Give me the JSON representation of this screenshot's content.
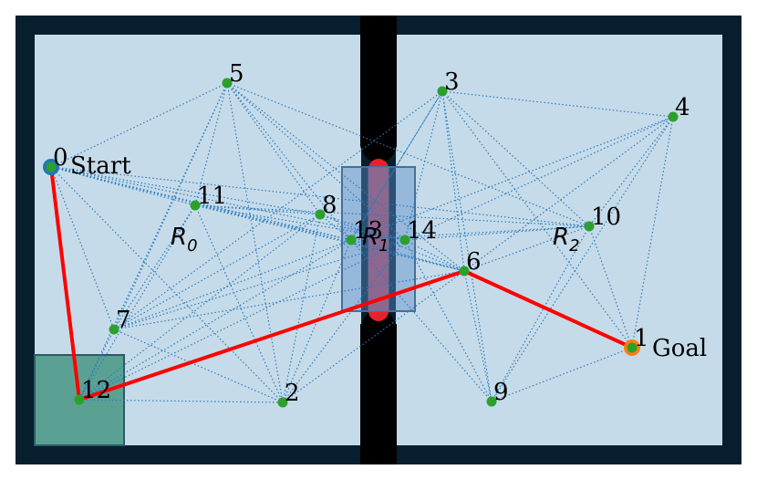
{
  "colors": {
    "frame": "#071e2e",
    "free_space": "#c6dbe9",
    "wall": "#000000",
    "door_open": "#e8222a",
    "region_overlay": "#5b8fc7",
    "start_box": "#5aa193",
    "edge": "#2b7bbf",
    "node": "#2ca02c",
    "path": "#ff0000",
    "start_marker": "#1f77b4",
    "goal_marker": "#ff7f0e"
  },
  "labels": {
    "start": "Start",
    "goal": "Goal"
  },
  "regions": [
    {
      "id": "r0",
      "label": "R",
      "sub": "0"
    },
    {
      "id": "r1",
      "label": "R",
      "sub": "1"
    },
    {
      "id": "r2",
      "label": "R",
      "sub": "2"
    }
  ],
  "nodes": [
    {
      "id": "0",
      "label": "0"
    },
    {
      "id": "1",
      "label": "1"
    },
    {
      "id": "2",
      "label": "2"
    },
    {
      "id": "3",
      "label": "3"
    },
    {
      "id": "4",
      "label": "4"
    },
    {
      "id": "5",
      "label": "5"
    },
    {
      "id": "6",
      "label": "6"
    },
    {
      "id": "7",
      "label": "7"
    },
    {
      "id": "8",
      "label": "8"
    },
    {
      "id": "9",
      "label": "9"
    },
    {
      "id": "10",
      "label": "10"
    },
    {
      "id": "11",
      "label": "11"
    },
    {
      "id": "12",
      "label": "12"
    },
    {
      "id": "13",
      "label": "13"
    },
    {
      "id": "14",
      "label": "14"
    }
  ],
  "path": [
    "0",
    "12",
    "6",
    "1"
  ],
  "start_node": "0",
  "goal_node": "1"
}
